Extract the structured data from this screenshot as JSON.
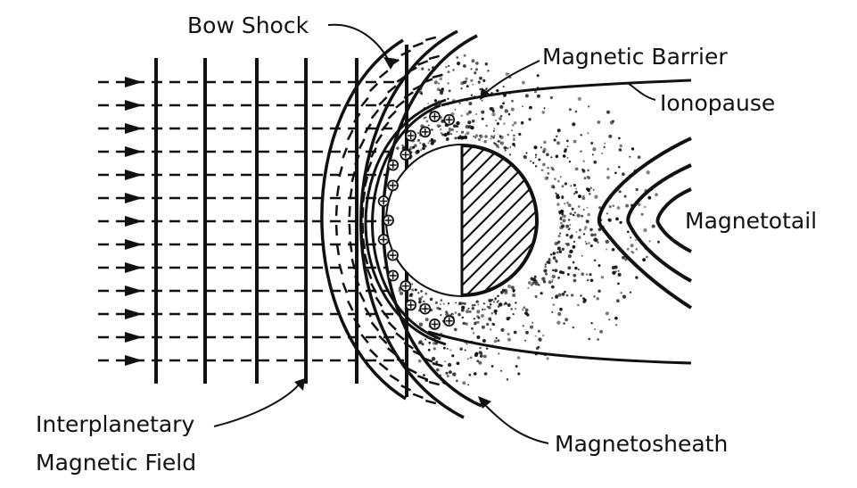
{
  "labels": {
    "bow_shock": "Bow Shock",
    "magnetic_barrier": "Magnetic Barrier",
    "ionopause": "Ionopause",
    "magnetotail": "Magnetotail",
    "interplanetary_line1": "Interplanetary",
    "interplanetary_line2": "Magnetic Field",
    "magnetosheath": "Magnetosheath"
  },
  "colors": {
    "ink": "#111111",
    "background": "#ffffff"
  },
  "icons": {
    "solar_wind": "arrow-right-icon",
    "ion": "circled-plus-icon"
  }
}
